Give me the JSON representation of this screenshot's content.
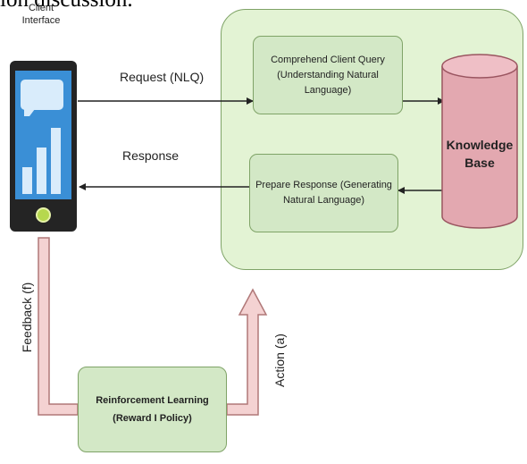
{
  "top_text": "ion discussion.",
  "client": {
    "label_line1": "Client",
    "label_line2": "Interface"
  },
  "arrows": {
    "request": "Request (NLQ)",
    "response": "Response",
    "feedback": "Feedback (f)",
    "action": "Action (a)"
  },
  "comprehend": {
    "line1": "Comprehend Client Query",
    "line2": "(Understanding Natural Language)"
  },
  "prepare": {
    "line1": "Prepare Response (Generating",
    "line2": "Natural Language)"
  },
  "knowledge_base": {
    "line1": "Knowledge",
    "line2": "Base"
  },
  "reinforcement": {
    "line1": "Reinforcement Learning",
    "line2": "(Reward I Policy)"
  },
  "colors": {
    "panel_fill": "#e3f3d4",
    "box_fill": "#d3e8c6",
    "box_stroke": "#7fa367",
    "cylinder_fill": "#e3a8b0",
    "feedback_arrow_fill": "#f4d2d2",
    "phone_body": "#242424",
    "phone_screen": "#3a8fd6"
  }
}
